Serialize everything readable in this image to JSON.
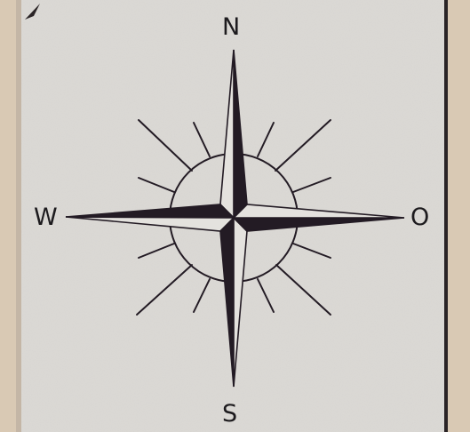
{
  "compass": {
    "north": "N",
    "south": "S",
    "west": "W",
    "east": "O"
  },
  "colors": {
    "ink": "#231b24",
    "paper": "#dcdad6",
    "border": "#2a2426",
    "margin": "#d8c6ae"
  }
}
